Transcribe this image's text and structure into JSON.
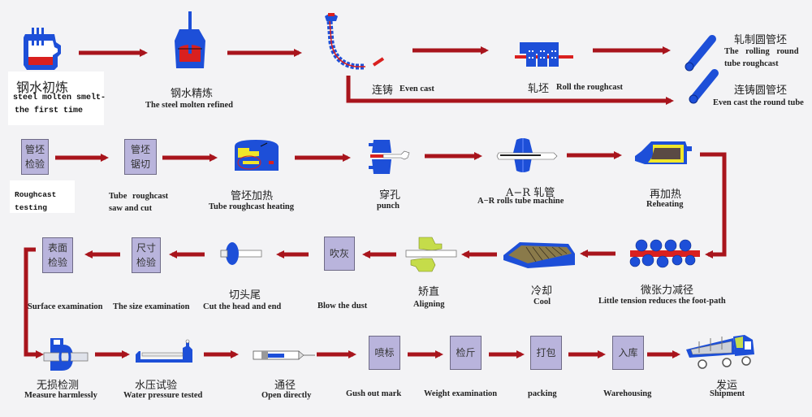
{
  "title": "Seamless steel tube production process flow",
  "colors": {
    "arrow": "#a8141c",
    "equipment_blue": "#1d4fd8",
    "molten_red": "#d9201f",
    "box_fill": "#b9b4dc",
    "yellow": "#f0e62a",
    "background": "#f3f3f5"
  },
  "row1": {
    "steps": [
      {
        "id": "steel-smelt",
        "cn": "钢水初炼",
        "en_line1": "steel molten smelt-",
        "en_line2": "the first time",
        "icon": "converter-furnace-icon"
      },
      {
        "id": "steel-refine",
        "cn": "钢水精炼",
        "en": "The steel molten refined",
        "icon": "ladle-refining-icon"
      },
      {
        "id": "even-cast",
        "cn": "连铸",
        "en": "Even cast",
        "icon": "continuous-caster-icon"
      },
      {
        "id": "roll-roughcast",
        "cn": "轧坯",
        "en": "Roll the roughcast",
        "icon": "rolling-mill-icon"
      },
      {
        "id": "rolling-round-tube",
        "cn": "轧制圆管坯",
        "en_line1": "The  rolling  round",
        "en_line2": "tube roughcast",
        "icon": "round-billet-icon"
      },
      {
        "id": "cast-round-tube",
        "cn": "连铸圆管坯",
        "en": "Even cast the round tube",
        "icon": "round-billet-icon"
      }
    ]
  },
  "row2": {
    "steps": [
      {
        "id": "roughcast-testing",
        "box": [
          "管坯",
          "检验"
        ],
        "en_line1": "Roughcast",
        "en_line2": "testing"
      },
      {
        "id": "saw-cut",
        "box": [
          "管坯",
          "锯切"
        ],
        "en_line1": "Tube  roughcast",
        "en_line2": "saw and cut"
      },
      {
        "id": "heating",
        "cn": "管坯加热",
        "en": "Tube roughcast heating",
        "icon": "rotary-furnace-icon"
      },
      {
        "id": "punch",
        "cn": "穿孔",
        "en": "punch",
        "icon": "piercing-mill-icon"
      },
      {
        "id": "ar-rolls",
        "cn": "A−R 轧管",
        "en": "A−R rolls tube machine",
        "icon": "tube-rolling-mill-icon"
      },
      {
        "id": "reheating",
        "cn": "再加热",
        "en": "Reheating",
        "icon": "reheating-furnace-icon"
      }
    ]
  },
  "row3": {
    "steps": [
      {
        "id": "surface-exam",
        "box": [
          "表面",
          "检验"
        ],
        "en": "Surface examination"
      },
      {
        "id": "size-exam",
        "box": [
          "尺寸",
          "检验"
        ],
        "en": "The size examination"
      },
      {
        "id": "cut-head-end",
        "cn": "切头尾",
        "en": "Cut the head and end",
        "icon": "cutter-icon"
      },
      {
        "id": "blow-dust",
        "box": [
          "吹灰"
        ],
        "en": "Blow the dust"
      },
      {
        "id": "aligning",
        "cn": "矫直",
        "en": "Aligning",
        "icon": "straightener-icon"
      },
      {
        "id": "cool",
        "cn": "冷却",
        "en": "Cool",
        "icon": "cooling-bed-icon"
      },
      {
        "id": "tension-reduce",
        "cn": "微张力减径",
        "en": "Little tension reduces the foot-path",
        "icon": "stretch-reducer-icon"
      }
    ]
  },
  "row4": {
    "steps": [
      {
        "id": "ndt",
        "cn": "无损检测",
        "en": "Measure harmlessly",
        "icon": "ndt-probe-icon"
      },
      {
        "id": "hydro-test",
        "cn": "水压试验",
        "en": "Water pressure tested",
        "icon": "hydro-tester-icon"
      },
      {
        "id": "drift",
        "cn": "通径",
        "en": "Open directly",
        "icon": "drift-gauge-icon"
      },
      {
        "id": "marking",
        "box": [
          "喷标"
        ],
        "en": "Gush out mark"
      },
      {
        "id": "weighing",
        "box": [
          "检斤"
        ],
        "en": "Weight examination"
      },
      {
        "id": "packing",
        "box": [
          "打包"
        ],
        "en": "packing"
      },
      {
        "id": "warehousing",
        "box": [
          "入库"
        ],
        "en": "Warehousing"
      },
      {
        "id": "shipment",
        "cn": "发运",
        "en": "Shipment",
        "icon": "truck-icon"
      }
    ]
  }
}
